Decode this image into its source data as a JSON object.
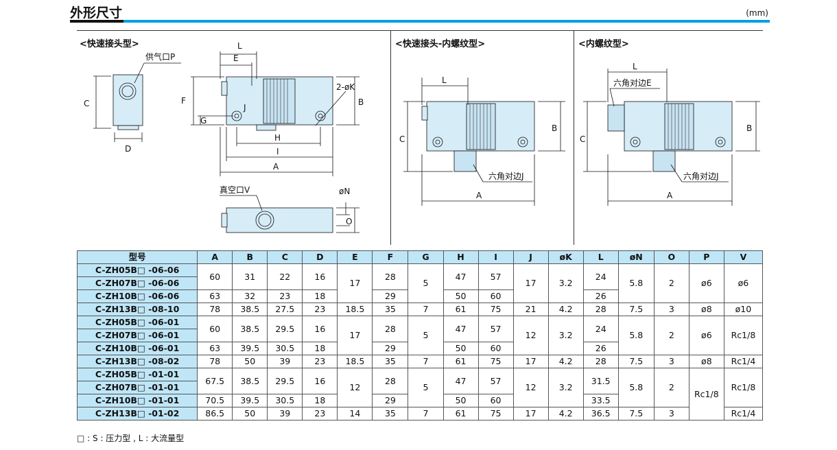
{
  "header": {
    "title": "外形尺寸",
    "unit": "(mm)"
  },
  "sections": [
    {
      "label": "<快速接头型>"
    },
    {
      "label": "<快速接头-内螺纹型>"
    },
    {
      "label": "<内螺纹型>"
    }
  ],
  "drawing_labels": {
    "s1_supply": "供气口P",
    "s1_C": "C",
    "s1_D": "D",
    "s1_L": "L",
    "s1_E": "E",
    "s1_F": "F",
    "s1_G": "G",
    "s1_J": "J",
    "s1_H": "H",
    "s1_I": "I",
    "s1_A": "A",
    "s1_B": "B",
    "s1_K": "2-øK",
    "s1_vacuum": "真空口V",
    "s1_N": "øN",
    "s1_O": "O",
    "s2_L": "L",
    "s2_C": "C",
    "s2_B": "B",
    "s2_hexJ": "六角对边J",
    "s2_A": "A",
    "s3_L": "L",
    "s3_hexE": "六角对边E",
    "s3_C": "C",
    "s3_B": "B",
    "s3_hexJ": "六角对边J",
    "s3_A": "A"
  },
  "table": {
    "columns": [
      "型号",
      "A",
      "B",
      "C",
      "D",
      "E",
      "F",
      "G",
      "H",
      "I",
      "J",
      "øK",
      "L",
      "øN",
      "O",
      "P",
      "V"
    ],
    "models": [
      "C-ZH05B□ -06-06",
      "C-ZH07B□ -06-06",
      "C-ZH10B□ -06-06",
      "C-ZH13B□ -08-10",
      "C-ZH05B□ -06-01",
      "C-ZH07B□ -06-01",
      "C-ZH10B□ -06-01",
      "C-ZH13B□ -08-02",
      "C-ZH05B□ -01-01",
      "C-ZH07B□ -01-01",
      "C-ZH10B□ -01-01",
      "C-ZH13B□ -01-02"
    ],
    "g1": {
      "A1": "60",
      "B1": "31",
      "C1": "22",
      "D1": "16",
      "E": "17",
      "F1": "28",
      "G": "5",
      "H1": "47",
      "I1": "57",
      "J": "17",
      "K": "3.2",
      "L1": "24",
      "N": "5.8",
      "O": "2",
      "P": "ø6",
      "V": "ø6",
      "A2": "63",
      "B2": "32",
      "C2": "23",
      "D2": "18",
      "F2": "29",
      "H2": "50",
      "I2": "60",
      "L2": "26"
    },
    "g1r4": [
      "78",
      "38.5",
      "27.5",
      "23",
      "18.5",
      "35",
      "7",
      "61",
      "75",
      "21",
      "4.2",
      "28",
      "7.5",
      "3",
      "ø8",
      "ø10"
    ],
    "g2": {
      "A1": "60",
      "B1": "38.5",
      "C1": "29.5",
      "D1": "16",
      "E": "17",
      "F1": "28",
      "G": "5",
      "H1": "47",
      "I1": "57",
      "J": "12",
      "K": "3.2",
      "L1": "24",
      "N": "5.8",
      "O": "2",
      "P": "ø6",
      "V": "Rc1/8",
      "A2": "63",
      "B2": "39.5",
      "C2": "30.5",
      "D2": "18",
      "F2": "29",
      "H2": "50",
      "I2": "60",
      "L2": "26"
    },
    "g2r4": [
      "78",
      "50",
      "39",
      "23",
      "18.5",
      "35",
      "7",
      "61",
      "75",
      "17",
      "4.2",
      "28",
      "7.5",
      "3",
      "ø8",
      "Rc1/4"
    ],
    "g3": {
      "A1": "67.5",
      "B1": "38.5",
      "C1": "29.5",
      "D1": "16",
      "E": "12",
      "F1": "28",
      "G": "5",
      "H1": "47",
      "I1": "57",
      "J": "12",
      "K": "3.2",
      "L1": "31.5",
      "N": "5.8",
      "O": "2",
      "P": "Rc1/8",
      "V": "Rc1/8",
      "A2": "70.5",
      "B2": "39.5",
      "C2": "30.5",
      "D2": "18",
      "F2": "29",
      "H2": "50",
      "I2": "60",
      "L2": "33.5"
    },
    "g3r4": [
      "86.5",
      "50",
      "39",
      "23",
      "14",
      "35",
      "7",
      "61",
      "75",
      "17",
      "4.2",
      "36.5",
      "7.5",
      "3",
      "Rc1/4"
    ]
  },
  "footnote": "□ : S : 压力型 , L : 大流量型"
}
